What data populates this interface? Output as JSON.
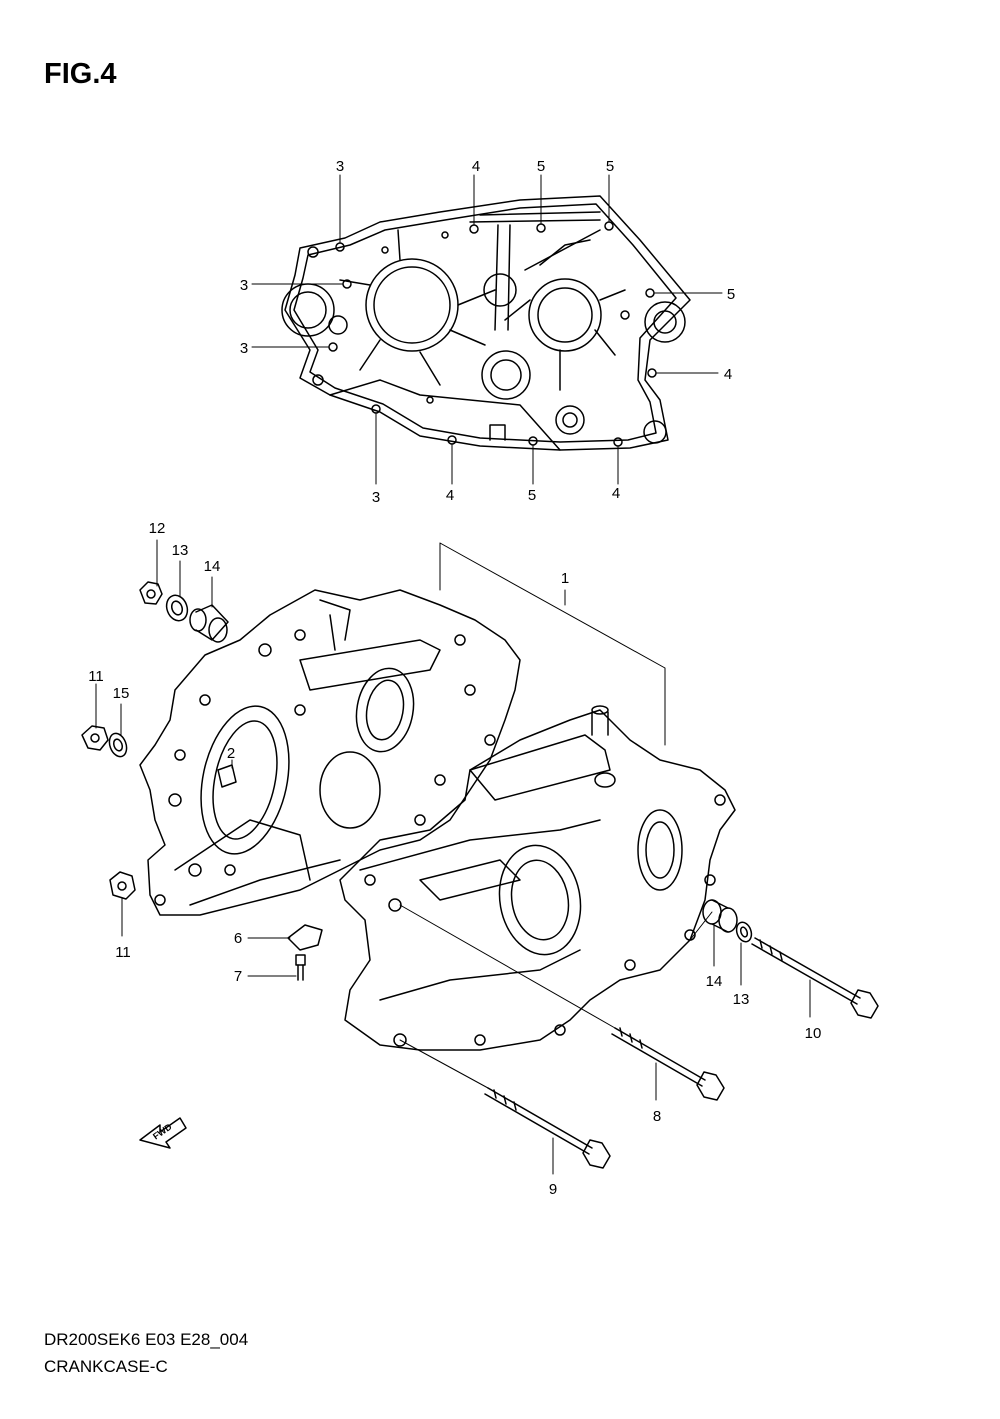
{
  "figure": {
    "title": "FIG.4",
    "code": "DR200SEK6 E03 E28_004",
    "name": "CRANKCASE-C"
  },
  "arrow_label": "FWD",
  "callouts": {
    "top_3a": "3",
    "top_3b": "3",
    "top_3c": "3",
    "top_3d": "3",
    "top_4a": "4",
    "top_4b": "4",
    "top_4c": "4",
    "top_4d": "4",
    "top_5a": "5",
    "top_5b": "5",
    "top_5c": "5",
    "top_5d": "5",
    "p1": "1",
    "p2": "2",
    "p6": "6",
    "p7": "7",
    "p8": "8",
    "p9": "9",
    "p10": "10",
    "p11a": "11",
    "p11b": "11",
    "p12": "12",
    "p13a": "13",
    "p13b": "13",
    "p14a": "14",
    "p14b": "14",
    "p15": "15"
  }
}
